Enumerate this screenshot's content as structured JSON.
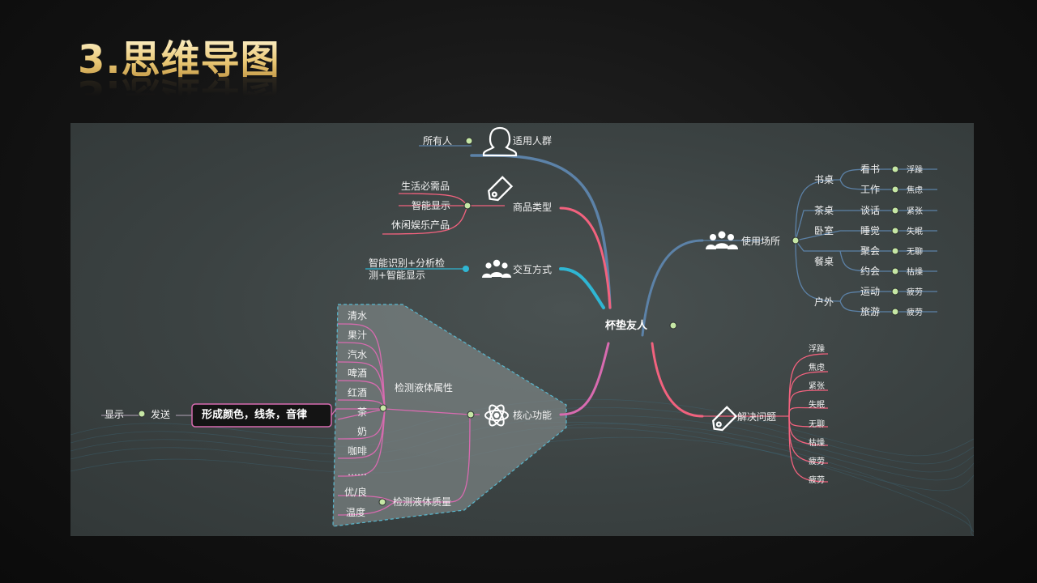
{
  "page": {
    "title": "3.思维导图",
    "center": "杯垫友人"
  },
  "branches": {
    "people": {
      "label": "适用人群",
      "leaf": "所有人",
      "icon": "person-icon"
    },
    "product": {
      "label": "商品类型",
      "items": [
        "生活必需品",
        "智能显示",
        "休闲娱乐产品"
      ],
      "icon": "tag-icon"
    },
    "interaction": {
      "label": "交互方式",
      "item": "智能识别+分析检测+智能显示",
      "icon": "group-icon"
    },
    "core": {
      "label": "核心功能",
      "icon": "atom-icon",
      "attr_label": "检测液体属性",
      "liquids": [
        "清水",
        "果汁",
        "汽水",
        "啤酒",
        "红酒",
        "茶",
        "奶",
        "咖啡",
        "……"
      ],
      "quality_label": "检测液体质量",
      "quality": [
        "优/良",
        "温度"
      ],
      "output_box": "形成颜色，线条，音律",
      "send": "发送",
      "display": "显示"
    },
    "scene": {
      "label": "使用场所",
      "icon": "group-icon",
      "places": [
        {
          "name": "书桌",
          "activities": [
            {
              "name": "看书",
              "feeling": "浮躁"
            },
            {
              "name": "工作",
              "feeling": "焦虑"
            }
          ]
        },
        {
          "name": "茶桌",
          "activities": [
            {
              "name": "谈话",
              "feeling": "紧张"
            }
          ]
        },
        {
          "name": "卧室",
          "activities": [
            {
              "name": "睡觉",
              "feeling": "失眠"
            }
          ]
        },
        {
          "name": "餐桌",
          "activities": [
            {
              "name": "聚会",
              "feeling": "无聊"
            },
            {
              "name": "约会",
              "feeling": "枯燥"
            }
          ]
        },
        {
          "name": "户外",
          "activities": [
            {
              "name": "运动",
              "feeling": "疲劳"
            },
            {
              "name": "旅游",
              "feeling": "疲劳"
            }
          ]
        }
      ]
    },
    "problem": {
      "label": "解决问题",
      "icon": "tag-icon",
      "items": [
        "浮躁",
        "焦虑",
        "紧张",
        "失眠",
        "无聊",
        "枯燥",
        "疲劳",
        "疲劳"
      ]
    }
  },
  "colors": {
    "blue_branch": "#5c82a8",
    "pink_branch": "#f2627e",
    "cyan_branch": "#2fb6d3",
    "magenta_branch": "#d86bb0",
    "node_dot": "#c6e7a5"
  }
}
